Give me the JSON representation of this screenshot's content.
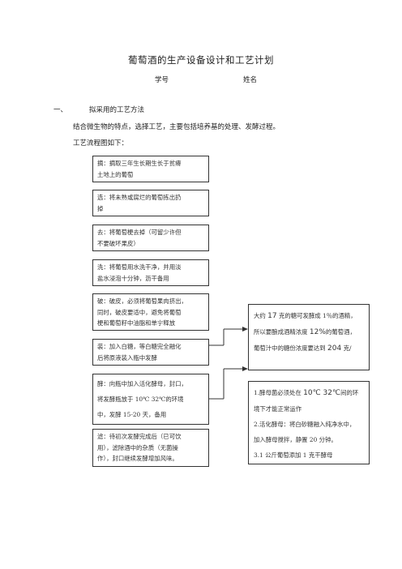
{
  "title": "葡萄酒的生产设备设计和工艺计划",
  "student_id_label": "学号",
  "name_label": "姓名",
  "section": {
    "number": "一、",
    "title": "拟采用的工艺方法"
  },
  "intro": "结合微生物的特点，选择工艺，主要包括培养基的处理、发酵过程。",
  "flow_label": "工艺流程图如下：",
  "steps": [
    "摘：摘取三年生长期生长于贫瘠\n土地上的葡萄",
    "选：将未熟或腐烂的葡萄拣出扔\n掉",
    "去：将葡萄梗去掉（可留少许但\n不要破坏果皮）",
    "洗：将葡萄用水洗干净，并用淡\n盐水浸泡十分钟，沥干备用",
    "破：破皮，必须将葡萄果肉挤出，\n同时，破皮要适中，避免将葡萄\n梗和葡萄籽中油脂和单宁释放",
    "装：加入白糖，等白糖完全融化\n后将原液装入瓶中发酵",
    "酵：向瓶中加入活化酵母，封口，\n将发酵瓶放于  10℃ 32℃的环境\n中，发酵 15-20 天，备用",
    "滤：待初次发酵完成后（已可饮\n用），滤除酒中的杂质（无菌操\n作），封口继续发酵增加风味。"
  ],
  "note1": {
    "l1a": "大约 ",
    "l1b": "17",
    "l1c": " 克的糖可发酵成 1％的酒精，",
    "l2a": "所以要酿成酒精浓度 ",
    "l2b": "12%",
    "l2c": "的葡萄酒，",
    "l3a": "葡萄汁中的糖份浓度要达到  ",
    "l3b": "204",
    "l3c": " 克/"
  },
  "note2": {
    "l1a": "1.酵母菌必须处在  ",
    "l1b": "10℃ 32℃",
    "l1c": "间的环",
    "l2": "境下才能正常运作",
    "l3": "2.活化酵母：将白砂糖融入纯净水中，",
    "l4": "加入酵母搅拌，静置 20 分钟。",
    "l5": "3.1 公斤葡萄添加 1 克干酵母"
  }
}
